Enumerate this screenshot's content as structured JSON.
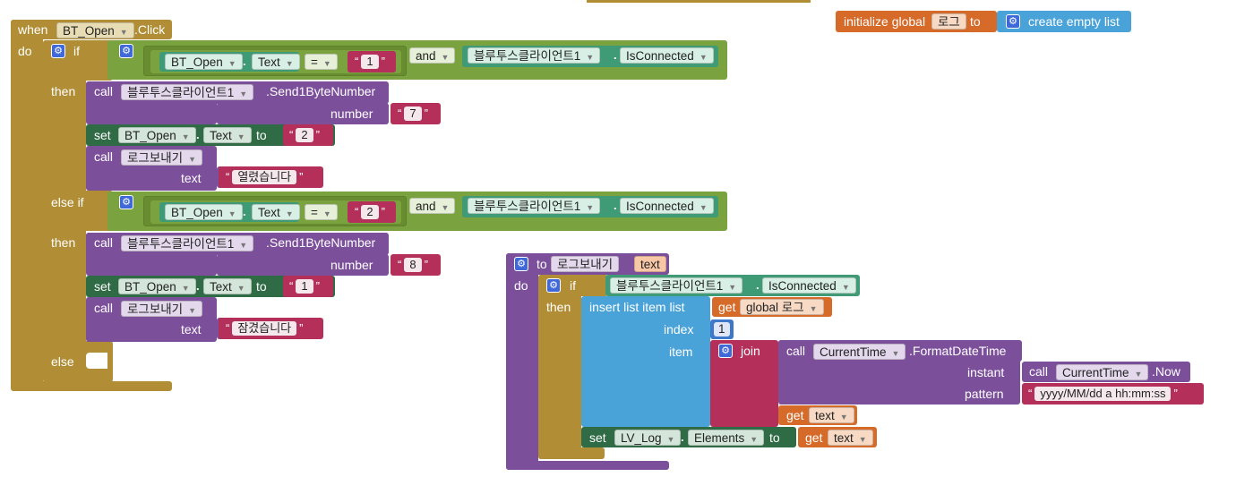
{
  "event": {
    "when": "when",
    "component": "BT_Open",
    "event_name": ".Click",
    "do": "do",
    "if": "if",
    "then": "then",
    "else_if": "else if",
    "else": "else",
    "cond1": {
      "component": "BT_Open",
      "prop": "Text",
      "op": "=",
      "value": "1",
      "and": "and",
      "client": "블루투스클라이언트1",
      "client_prop": "IsConnected"
    },
    "then1": {
      "call": "call",
      "client": "블루투스클라이언트1",
      "method": ".Send1ByteNumber",
      "number_label": "number",
      "number_value": "7",
      "set": "set",
      "set_component": "BT_Open",
      "set_prop": "Text",
      "to": "to",
      "set_value": "2",
      "proc_call": "call",
      "proc_name": "로그보내기",
      "text_label": "text",
      "text_value": "열렸습니다"
    },
    "cond2": {
      "component": "BT_Open",
      "prop": "Text",
      "op": "=",
      "value": "2",
      "and": "and",
      "client": "블루투스클라이언트1",
      "client_prop": "IsConnected"
    },
    "then2": {
      "call": "call",
      "client": "블루투스클라이언트1",
      "method": ".Send1ByteNumber",
      "number_label": "number",
      "number_value": "8",
      "set": "set",
      "set_component": "BT_Open",
      "set_prop": "Text",
      "to": "to",
      "set_value": "1",
      "proc_call": "call",
      "proc_name": "로그보내기",
      "text_label": "text",
      "text_value": "잠겼습니다"
    }
  },
  "global": {
    "initialize": "initialize global",
    "name": "로그",
    "to": "to",
    "create_list": "create empty list"
  },
  "procedure": {
    "to": "to",
    "name": "로그보내기",
    "param": "text",
    "do": "do",
    "if": "if",
    "then": "then",
    "client": "블루투스클라이언트1",
    "client_prop": "IsConnected",
    "insert": "insert list item  list",
    "get": "get",
    "global_name": "global 로그",
    "index_label": "index",
    "index_value": "1",
    "item_label": "item",
    "join": "join",
    "call": "call",
    "clock": "CurrentTime",
    "format_method": ".FormatDateTime",
    "instant_label": "instant",
    "now_method": ".Now",
    "pattern_label": "pattern",
    "pattern_value": "yyyy/MM/dd a hh:mm:ss",
    "get_text": "text",
    "set": "set",
    "set_component": "LV_Log",
    "set_prop": "Elements",
    "set_to": "to"
  },
  "colors": {
    "control": "#b18e35",
    "logic": "#7aa23f",
    "component": "#7c4f9b",
    "setter": "#2f6b45",
    "text": "#b52f5b",
    "list": "#4aa3d8",
    "variable": "#d66a29",
    "math": "#3d78c9"
  }
}
